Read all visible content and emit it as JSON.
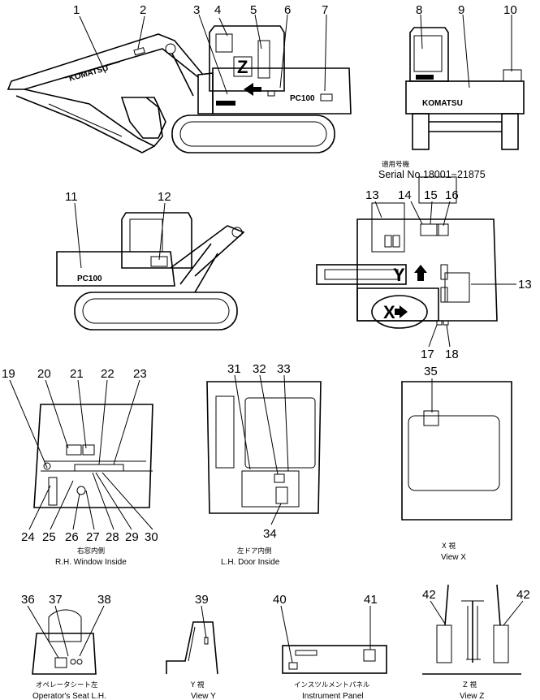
{
  "diagram": {
    "serial_jp": "適用号機",
    "serial": "Serial No.18001−21875",
    "views": {
      "x": {
        "jp": "X 視",
        "en": "View X"
      },
      "y": {
        "jp": "Y 視",
        "en": "View Y"
      },
      "z": {
        "jp": "Z 視",
        "en": "View Z"
      },
      "rh_window": {
        "jp": "右窓内側",
        "en": "R.H. Window Inside"
      },
      "lh_door": {
        "jp": "左ドア内側",
        "en": "L.H. Door Inside"
      },
      "operator_seat": {
        "jp": "オペレータシート左",
        "en": "Operator's Seat L.H."
      },
      "instrument_panel": {
        "jp": "インスツルメントパネル",
        "en": "Instrument Panel"
      }
    },
    "markers": {
      "z": "Z",
      "y": "Y",
      "x": "X"
    },
    "brand_text": "KOMATSU",
    "model_text": "PC100",
    "callouts": [
      "1",
      "2",
      "3",
      "4",
      "5",
      "6",
      "7",
      "8",
      "9",
      "10",
      "11",
      "12",
      "13",
      "14",
      "15",
      "16",
      "13",
      "17",
      "18",
      "19",
      "20",
      "21",
      "22",
      "23",
      "24",
      "25",
      "26",
      "27",
      "28",
      "29",
      "30",
      "31",
      "32",
      "33",
      "34",
      "35",
      "36",
      "37",
      "38",
      "39",
      "40",
      "41",
      "42",
      "42"
    ]
  }
}
